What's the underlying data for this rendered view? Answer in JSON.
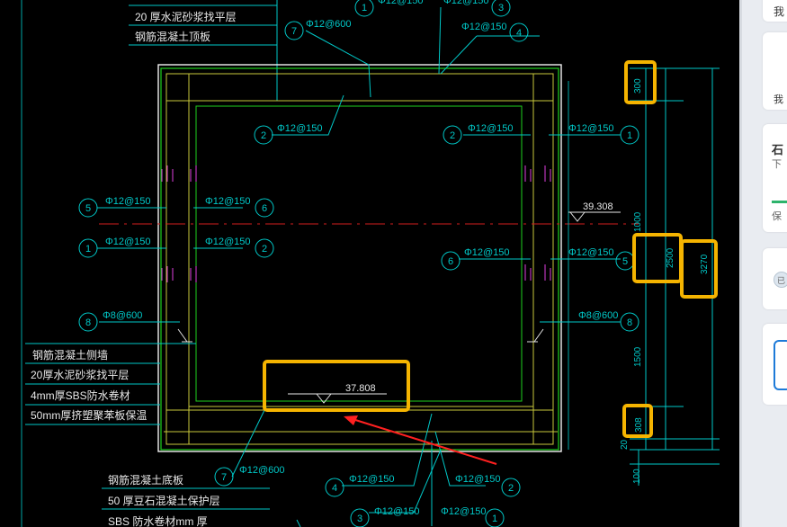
{
  "window": {
    "accent": "#f5b400",
    "background": "#000000"
  },
  "notes_top": [
    "20 厚水泥砂浆找平层",
    "钢筋混凝土顶板"
  ],
  "notes_wall": [
    "钢筋混凝土侧墙",
    "20厚水泥砂浆找平层",
    "4mm厚SBS防水卷材",
    "50mm厚挤塑聚苯板保温"
  ],
  "notes_bottom": [
    "钢筋混凝土底板",
    "50 厚豆石混凝土保护层",
    "SBS 防水卷材mm  厚"
  ],
  "rebar": {
    "r1": "Φ12@150",
    "r2": "Φ12@150",
    "r3": "Φ12@150",
    "r4": "Φ12@150",
    "r5": "Φ12@150",
    "r6": "Φ12@150",
    "r7": "Φ12@600",
    "r8": "Φ8@600",
    "r_top7": "Φ12@600",
    "r_bot7": "Φ12@600"
  },
  "bubbles": {
    "n1": "1",
    "n2": "2",
    "n3": "3",
    "n4": "4",
    "n5": "5",
    "n6": "6",
    "n7": "7",
    "n8": "8"
  },
  "elevations": {
    "upper": "39.308",
    "lower": "37.808"
  },
  "dims": {
    "d300": "300",
    "d2500": "2500",
    "d3270": "3270",
    "d1000": "1000",
    "d1500": "1500",
    "d308": "308",
    "d20": "20",
    "d100": "100"
  },
  "sidebar": {
    "card1_text": "我",
    "card2_text": "我",
    "card3_title": "石",
    "card3_sub": "下",
    "card3_label": "保",
    "card4_text": "已"
  }
}
